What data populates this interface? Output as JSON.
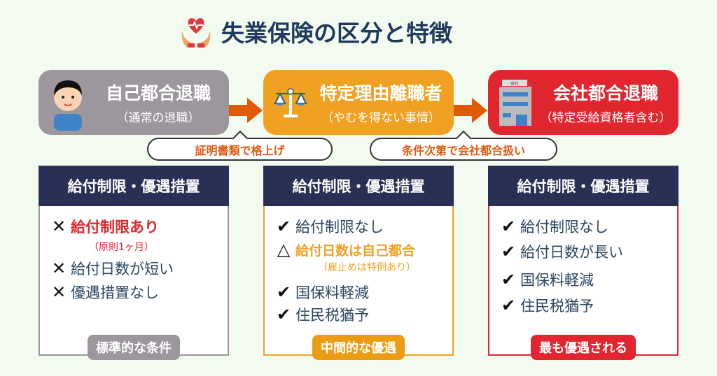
{
  "title": "失業保険の区分と特徴",
  "categories": [
    {
      "name": "自己都合退職",
      "sub": "（通常の退職）",
      "icon": "person-icon",
      "color": "#9c979d"
    },
    {
      "name": "特定理由離職者",
      "sub": "（やむを得ない事情）",
      "icon": "scales-icon",
      "color": "#f0a122"
    },
    {
      "name": "会社都合退職",
      "sub": "（特定受給資格者含む）",
      "icon": "office-building-icon",
      "building_sign": "会社",
      "color": "#e2262f"
    }
  ],
  "callouts": [
    "証明書類で格上げ",
    "条件次第で会社都合扱い"
  ],
  "columns": [
    {
      "header": "給付制限・優遇措置",
      "items": [
        {
          "mark": "✕",
          "text": "給付制限あり",
          "sub": "（原則1ヶ月）"
        },
        {
          "mark": "✕",
          "text": "給付日数が短い"
        },
        {
          "mark": "✕",
          "text": "優遇措置なし"
        }
      ],
      "badge": "標準的な条件"
    },
    {
      "header": "給付制限・優遇措置",
      "items": [
        {
          "mark": "✔",
          "text": "給付制限なし"
        },
        {
          "mark": "△",
          "text": "給付日数は自己都合",
          "sub": "（雇止めは特例あり）"
        },
        {
          "mark": "✔",
          "text": "国保料軽減"
        },
        {
          "mark": "✔",
          "text": "住民税猶予"
        }
      ],
      "badge": "中間的な優遇"
    },
    {
      "header": "給付制限・優遇措置",
      "items": [
        {
          "mark": "✔",
          "text": "給付制限なし"
        },
        {
          "mark": "✔",
          "text": "給付日数が長い"
        },
        {
          "mark": "✔",
          "text": "国保料軽減"
        },
        {
          "mark": "✔",
          "text": "住民税猶予"
        }
      ],
      "badge": "最も優遇される"
    }
  ]
}
